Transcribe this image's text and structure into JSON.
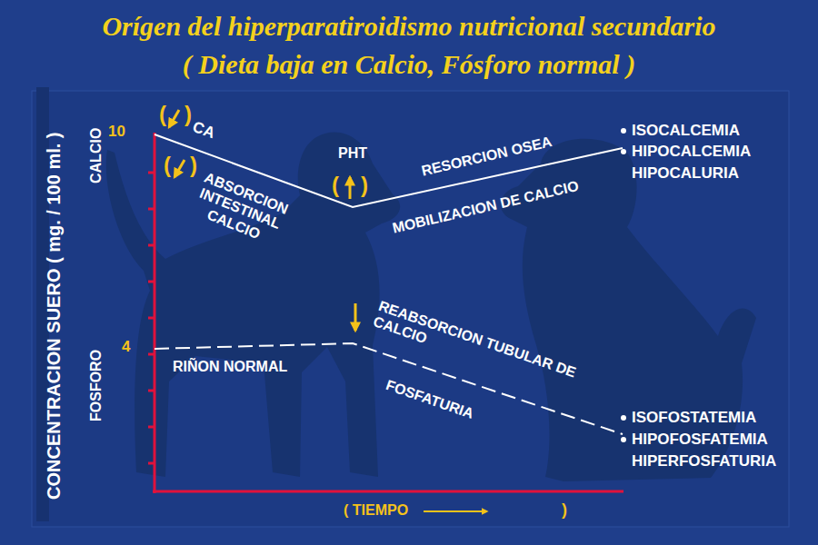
{
  "diagram": {
    "title": "Orígen del hiperparatiroidismo nutricional secundario",
    "labels": [
      "( Dieta baja en Calcio, Fósforo normal )",
      "CONCENTRACION SUERO ( mg. / 100 ml. )",
      "CALCIO",
      "10",
      "FOSFORO",
      "4",
      "(",
      ")",
      "CA",
      "(",
      ")",
      "ABSORCION INTESTINAL CALCIO",
      "PHT",
      "(",
      ")",
      "RESORCION OSEA",
      "MOBILIZACION DE CALCIO",
      "ISOCALCEMIA",
      "HIPOCALCEMIA",
      "HIPOCALURIA",
      "RIÑON NORMAL",
      "REABSORCION TUBULAR DE CALCIO",
      "FOSFATURIA",
      "ISOFOSTATEMIA",
      "HIPOFOSFATEMIA",
      "HIPERFOSFATURIA",
      "( TIEMPO",
      ")"
    ]
  }
}
